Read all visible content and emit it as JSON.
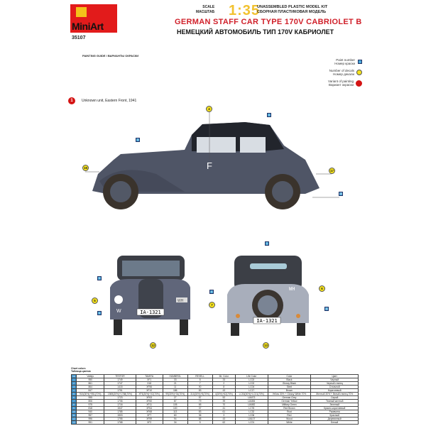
{
  "header": {
    "brand": "MiniArt",
    "code": "35107",
    "scale_en": "SCALE",
    "scale_ru": "МАСШТАБ",
    "ratio": "1:35",
    "kit_en": "UNASSEMBLED PLASTIC MODEL KIT",
    "kit_ru": "СБОРНАЯ ПЛАСТИКОВАЯ МОДЕЛЬ",
    "title": "GERMAN STAFF CAR TYPE 170V CABRIOLET B",
    "title_ru": "НЕМЕЦКИЙ АВТОМОБИЛЬ ТИП 170V КАБРИОЛЕТ",
    "guide": "PAINTING GUIDE / ВАРИАНТЫ ОКРАСКИ",
    "brand_colors": {
      "red": "#e21b1b",
      "yellow": "#f4c21a"
    }
  },
  "legend": {
    "paint_en": "Paint number",
    "paint_ru": "Номер краски",
    "decal_en": "Number of decals",
    "decal_ru": "Номер декали",
    "variant_en": "Variant of painting",
    "variant_ru": "Вариант окраски"
  },
  "variant": {
    "number": "1",
    "text": "Unknown unit, Eastern Front, 1941"
  },
  "markings": {
    "side_letter": "F",
    "front_letter": "W",
    "front_plate_tag": "WH",
    "rear_tag": "WH",
    "plate": "IA-1321"
  },
  "callouts": {
    "side": {
      "d4": "4",
      "d16": "16",
      "d17": "17",
      "p1": "1",
      "p3": "3",
      "p10": "10"
    },
    "front": {
      "p3": "3",
      "p4": "4",
      "d5": "5",
      "d7": "7",
      "d12": "12"
    },
    "rear": {
      "p1": "1",
      "p4": "4",
      "p11": "11",
      "d6": "6",
      "d13": "13"
    }
  },
  "table": {
    "caption_en": "Chart colors",
    "caption_ru": "Таблица цветов",
    "headers": [
      "№",
      "Vallejo",
      "TESTOR",
      "TAMIYA",
      "HUMBROL",
      "REVELL",
      "Mr. Color",
      "Life Color",
      "Color",
      "Цвет"
    ],
    "rows": [
      [
        "1",
        "950",
        "1749",
        "XF1",
        "33",
        "8",
        "33",
        "LC02",
        "Black",
        "Черный"
      ],
      [
        "2",
        "861",
        "1747",
        "X18",
        "21",
        "7",
        "2",
        "LC02",
        "Glossy Black",
        "Черный глянец"
      ],
      [
        "3",
        "864",
        "1415",
        "XF56",
        "11",
        "90",
        "8",
        "LC04",
        "Steel",
        "Стальной"
      ],
      [
        "4",
        "847",
        "1751",
        "XF10",
        "186",
        "83",
        "43",
        "LC17",
        "Brown",
        "Коричневый"
      ],
      [
        "5",
        "915(30%)+951(70%)",
        "1569(30%)+1768(70%)",
        "XF3(30%)+X2(70%)",
        "99(30%)+34(70%)",
        "310(30%)+5(70%)",
        "4(30%)+62(70%)",
        "LC53(30%)+LC01(70%)",
        "Yellow 30% + Glossy White 70%",
        "Желтый 30% + белый глянец 70%"
      ],
      [
        "6",
        "995",
        "1723",
        "XF63",
        "27",
        "57",
        "52",
        "UA073",
        "German Grey",
        "Серый"
      ],
      [
        "7",
        "806",
        "1706",
        "XF60",
        "87",
        "79",
        "39",
        "UA084",
        "German Yellow",
        "Темный желтый"
      ],
      [
        "8",
        "975",
        "1716",
        "XF11",
        "105",
        "65",
        "70",
        "UA082",
        "Military Green",
        "Зеленый"
      ],
      [
        "9",
        "818",
        "1547",
        "XF64",
        "100",
        "37",
        "41",
        "LC76",
        "Red Brown",
        "Красно-коричневый"
      ],
      [
        "10",
        "940",
        "1785",
        "XF68",
        "113",
        "83",
        "61",
        "LC32",
        "Rust",
        "Ржавчина"
      ],
      [
        "11",
        "957",
        "1503",
        "XF7",
        "60",
        "36",
        "3",
        "LC06",
        "Red",
        "Красный"
      ],
      [
        "12",
        "996",
        "1755",
        "XF59",
        "94",
        "88",
        "43",
        "UA107",
        "Wood",
        "Деревянный"
      ],
      [
        "13",
        "951",
        "1768",
        "XF2",
        "34",
        "5",
        "62",
        "LC01",
        "White",
        "Белый"
      ]
    ]
  }
}
